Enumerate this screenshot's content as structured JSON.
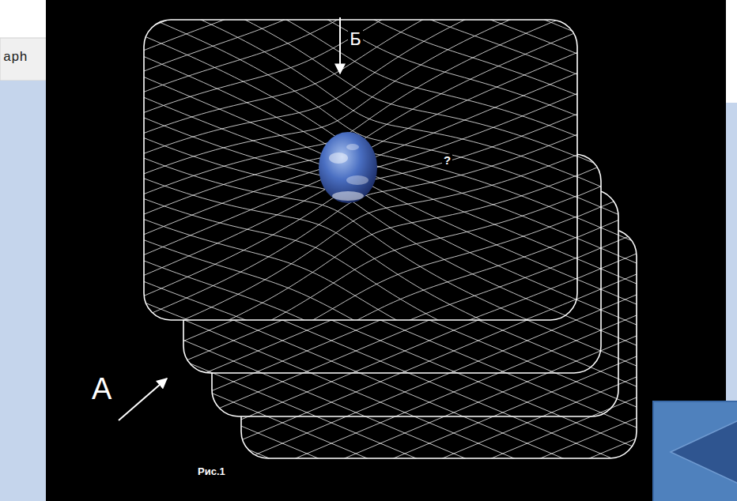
{
  "diagram": {
    "labels": [
      "aph",
      "Б",
      "А",
      "?",
      "Рис.1"
    ]
  }
}
